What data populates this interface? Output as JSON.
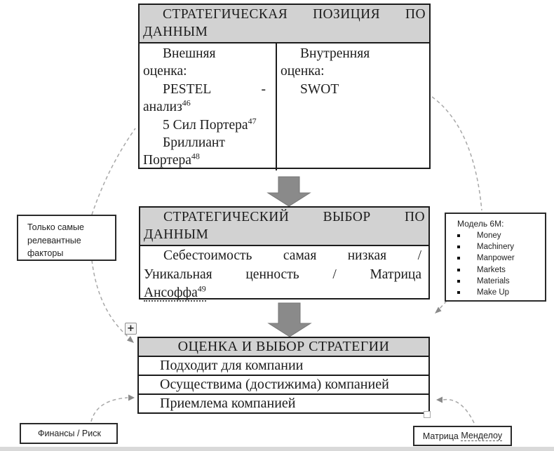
{
  "colors": {
    "header_bg": "#d2d2d2",
    "arrow_fill": "#8a8a8a",
    "arrow_stroke": "#767676",
    "dash_stroke": "#a8a8a8",
    "box_border": "#1c1c1c"
  },
  "top_box": {
    "header_line1": "СТРАТЕГИЧЕСКАЯ ПОЗИЦИЯ ПО",
    "header_line2": "ДАННЫМ",
    "left": {
      "l1": "Внешняя",
      "l2": "оценка:",
      "l3_word": "PESTEL",
      "l3_dash": "-",
      "l4_word": "анализ",
      "l4_sup": "46",
      "l5_word": "5 Сил Портера",
      "l5_sup": "47",
      "l6": "Бриллиант",
      "l7_word": "Портера",
      "l7_sup": "48"
    },
    "right": {
      "l1": "Внутренняя",
      "l2": "оценка:",
      "l3": "SWOT"
    }
  },
  "mid_box": {
    "header_line1": "СТРАТЕГИЧЕСКИЙ ВЫБОР ПО",
    "header_line2": "ДАННЫМ",
    "body_line1": "Себестоимость самая низкая /",
    "body_line2": "Уникальная ценность / Матрица",
    "body_line3_word": "Ансоффа",
    "body_line3_sup": "49"
  },
  "bottom_box": {
    "header": "ОЦЕНКА И ВЫБОР СТРАТЕГИИ",
    "rows": [
      "Подходит для компании",
      "Осуществима (достижима) компанией",
      "Приемлема компанией"
    ]
  },
  "left_note": {
    "text": "Только самые релевантные факторы"
  },
  "model6m": {
    "title": "Модель 6М:",
    "items": [
      "Money",
      "Machinery",
      "Manpower",
      "Markets",
      "Materials",
      "Make Up"
    ]
  },
  "finance_note": {
    "text": "Финансы / Риск"
  },
  "mendelow_note": {
    "word1": "Матрица",
    "word2": "Менделоу"
  },
  "handles": {
    "move_glyph": "+"
  }
}
